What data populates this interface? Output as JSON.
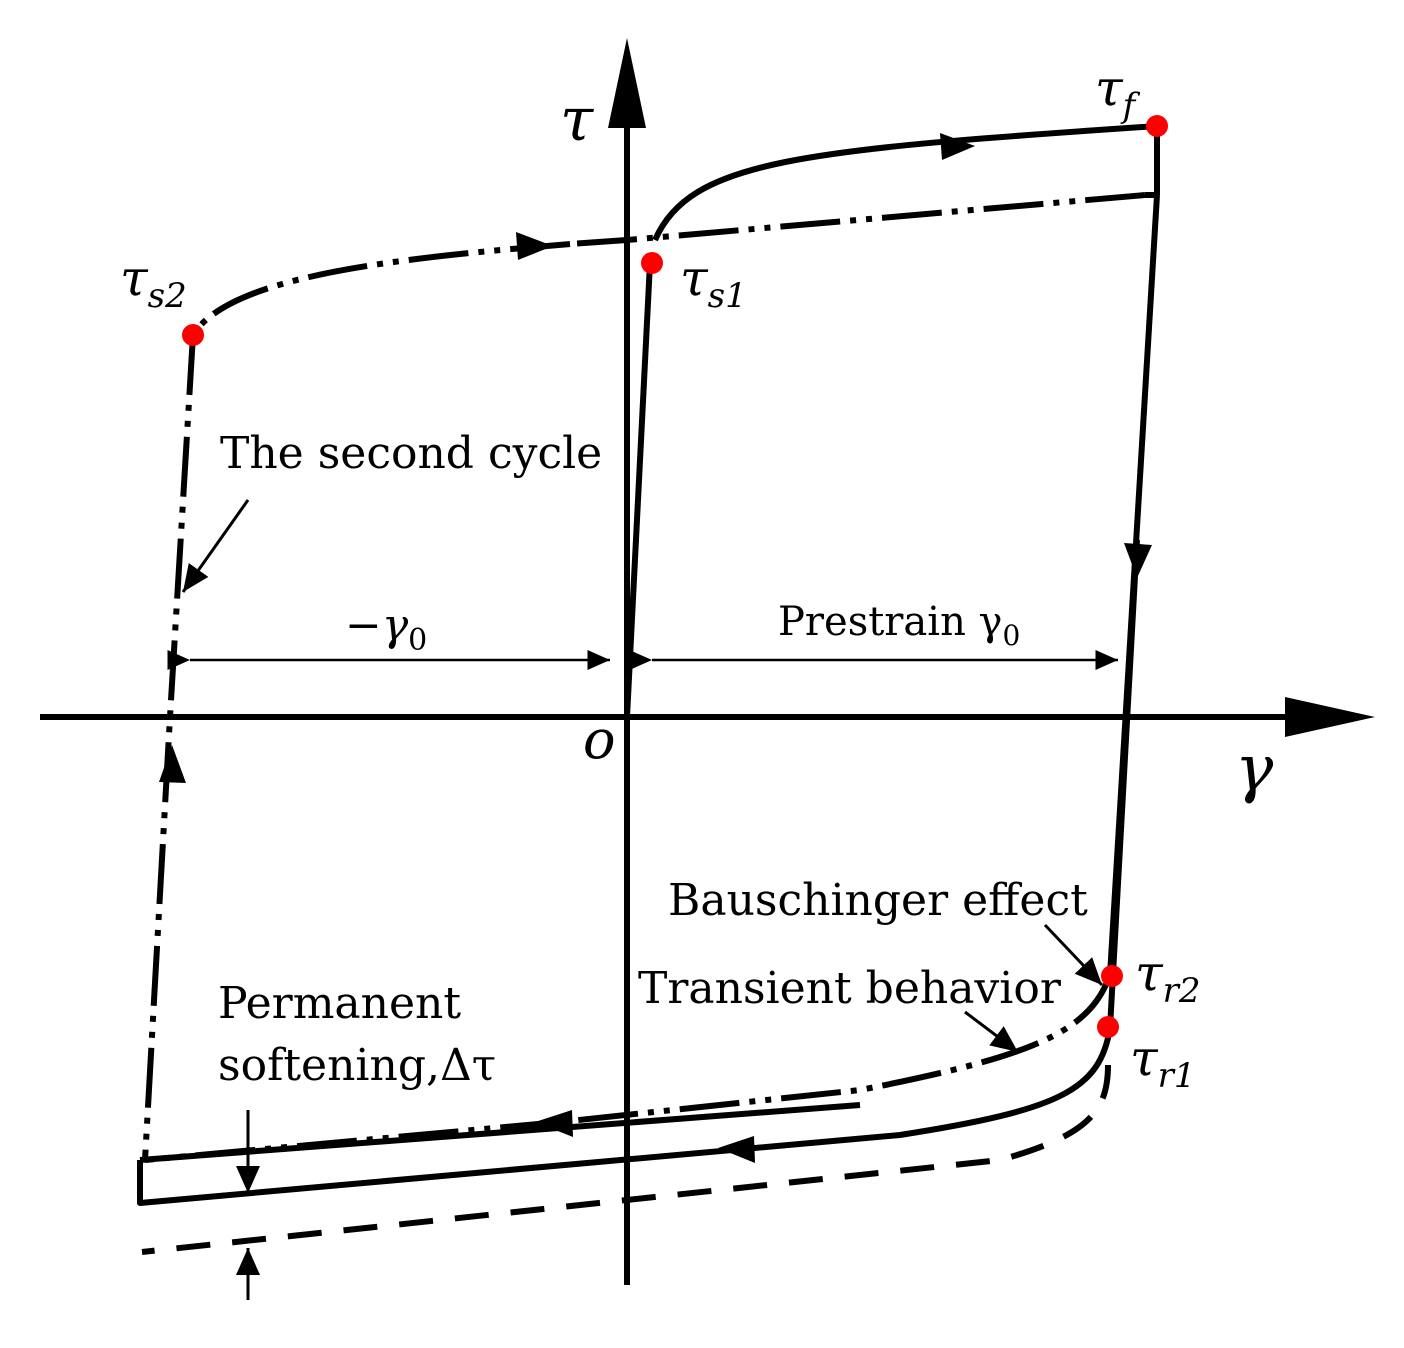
{
  "diagram": {
    "axes": {
      "y_axis_symbol": "τ",
      "x_axis_symbol": "γ",
      "origin_label": "o"
    },
    "points": {
      "tau_f": {
        "base": "τ",
        "sub": "f",
        "color": "#ff0000"
      },
      "tau_s1": {
        "base": "τ",
        "sub": "s1",
        "color": "#ff0000"
      },
      "tau_s2": {
        "base": "τ",
        "sub": "s2",
        "color": "#ff0000"
      },
      "tau_r1": {
        "base": "τ",
        "sub": "r1",
        "color": "#ff0000"
      },
      "tau_r2": {
        "base": "τ",
        "sub": "r2",
        "color": "#ff0000"
      }
    },
    "annotations": {
      "second_cycle": "The second cycle",
      "neg_prestrain": {
        "prefix": "−γ",
        "sub": "0"
      },
      "prestrain": {
        "prefix": "Prestrain γ",
        "sub": "0"
      },
      "bauschinger": "Bauschinger effect",
      "transient": "Transient behavior",
      "softening_line1": "Permanent",
      "softening_line2": "softening,Δτ"
    },
    "colors": {
      "line": "#000000",
      "marker": "#ff0000"
    }
  }
}
